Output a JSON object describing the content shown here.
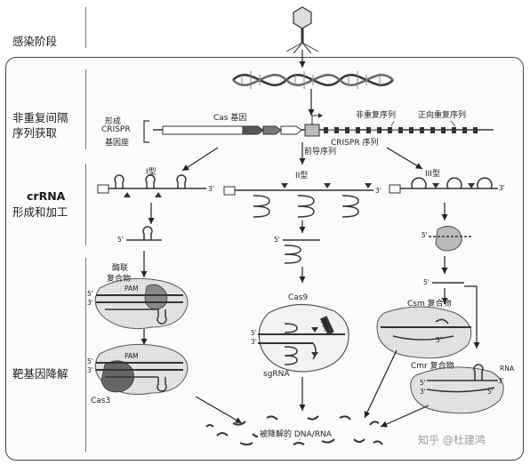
{
  "stages": {
    "infection": "感染阶段",
    "spacer_acquisition": [
      "非重复间隔",
      "序列获取"
    ],
    "crrna_title": "crRNA",
    "crrna_sub": "形成和加工",
    "targeting": "靶基因降解"
  },
  "locus": {
    "forming_label": [
      "形成",
      "CRISPR",
      "基因座"
    ],
    "cas_genes": "Cas 基因",
    "nonrepeat_seq": "非重复序列",
    "direct_repeat": "正向重复序列",
    "crispr_seq": "CRISPR 序列",
    "leader_seq": "前导序列"
  },
  "types": {
    "type1": "I型",
    "type2": "II型",
    "type3": "III型"
  },
  "labels": {
    "three_prime": "3'",
    "five_prime": "5'",
    "enzyme_complex": [
      "酶联",
      "复合物"
    ],
    "pam": "PAM",
    "cas3": "Cas3",
    "cas9": "Cas9",
    "sgrna": "sgRNA",
    "csm": "Csm 复合物",
    "cmr": "Cmr 复合物",
    "rna": "RNA",
    "pam_vertical": "PAM",
    "degraded": "被降解的 DNA/RNA",
    "watermark": "知乎 @杜建鸿"
  }
}
